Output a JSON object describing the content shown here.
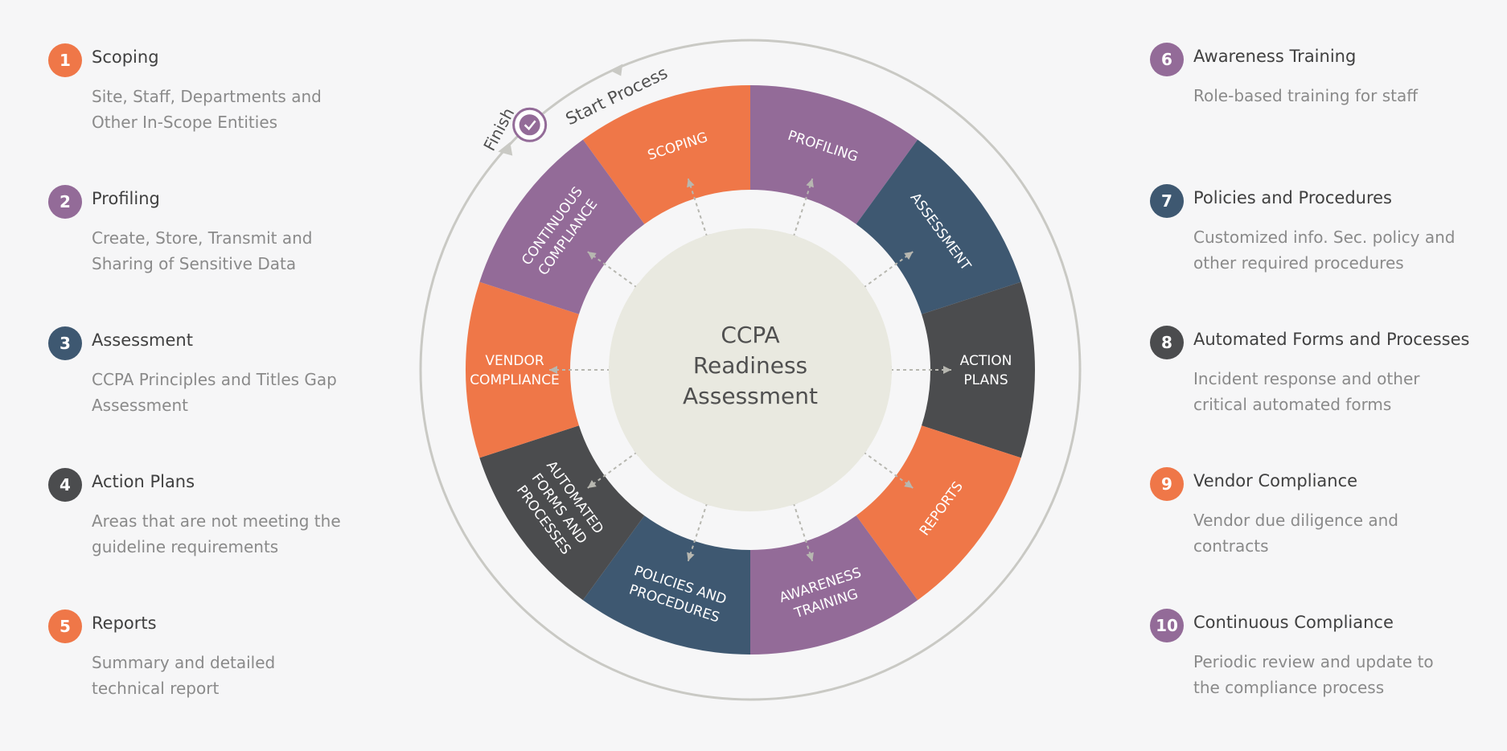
{
  "diagram": {
    "center_label": [
      "CCPA",
      "Readiness",
      "Assessment"
    ],
    "start_label": "Start Process",
    "finish_label": "Finish",
    "check_icon": "check-icon",
    "colors": {
      "orange": "#ef7748",
      "purple": "#936b98",
      "navy": "#3e5871",
      "gray": "#4b4c4e",
      "center": "#e9e9e0",
      "ring": "#c9c9c4",
      "arrow": "#b7b7b0"
    },
    "segments": [
      {
        "lines": [
          "SCOPING"
        ],
        "color": "orange"
      },
      {
        "lines": [
          "PROFILING"
        ],
        "color": "purple"
      },
      {
        "lines": [
          "ASSESSMENT"
        ],
        "color": "navy"
      },
      {
        "lines": [
          "ACTION",
          "PLANS"
        ],
        "color": "gray"
      },
      {
        "lines": [
          "REPORTS"
        ],
        "color": "orange"
      },
      {
        "lines": [
          "AWARENESS",
          "TRAINING"
        ],
        "color": "purple"
      },
      {
        "lines": [
          "POLICIES AND",
          "PROCEDURES"
        ],
        "color": "navy"
      },
      {
        "lines": [
          "AUTOMATED",
          "FORMS AND",
          "PROCESSES"
        ],
        "color": "gray"
      },
      {
        "lines": [
          "VENDOR",
          "COMPLIANCE"
        ],
        "color": "orange"
      },
      {
        "lines": [
          "CONTINUOUS",
          "COMPLIANCE"
        ],
        "color": "purple"
      }
    ]
  },
  "steps_left": [
    {
      "num": "1",
      "title": "Scoping",
      "desc": "Site, Staff, Departments and\nOther In-Scope Entities",
      "color": "#ef7748"
    },
    {
      "num": "2",
      "title": "Profiling",
      "desc": "Create, Store, Transmit and\nSharing of Sensitive Data",
      "color": "#936b98"
    },
    {
      "num": "3",
      "title": "Assessment",
      "desc": "CCPA Principles and Titles Gap\nAssessment",
      "color": "#3e5871"
    },
    {
      "num": "4",
      "title": "Action Plans",
      "desc": "Areas that are not meeting the\nguideline requirements",
      "color": "#4b4c4e"
    },
    {
      "num": "5",
      "title": "Reports",
      "desc": "Summary and detailed\ntechnical report",
      "color": "#ef7748"
    }
  ],
  "steps_right": [
    {
      "num": "6",
      "title": "Awareness Training",
      "desc": "Role-based training for staff",
      "color": "#936b98"
    },
    {
      "num": "7",
      "title": "Policies and Procedures",
      "desc": "Customized info. Sec. policy and\nother required procedures",
      "color": "#3e5871"
    },
    {
      "num": "8",
      "title": "Automated Forms and Processes",
      "desc": "Incident response and other\ncritical automated forms",
      "color": "#4b4c4e"
    },
    {
      "num": "9",
      "title": "Vendor Compliance",
      "desc": "Vendor due diligence and\ncontracts",
      "color": "#ef7748"
    },
    {
      "num": "10",
      "title": "Continuous Compliance",
      "desc": "Periodic review and update to\nthe compliance process",
      "color": "#936b98"
    }
  ]
}
